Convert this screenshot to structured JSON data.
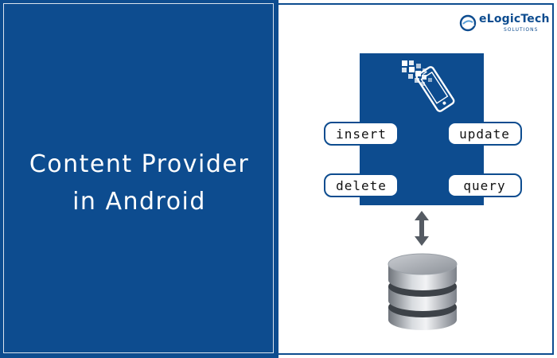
{
  "title": {
    "line1": "Content Provider",
    "line2": "in Android"
  },
  "logo": {
    "name": "eLogicTech",
    "subtitle": "SOLUTIONS"
  },
  "operations": {
    "insert": "insert",
    "update": "update",
    "delete": "delete",
    "query": "query"
  },
  "colors": {
    "brand_blue": "#0d4c8f",
    "database_gray": "#8a8f96"
  },
  "icons": [
    "phone-icon",
    "double-arrow-icon",
    "database-icon",
    "logo-mark-icon"
  ]
}
